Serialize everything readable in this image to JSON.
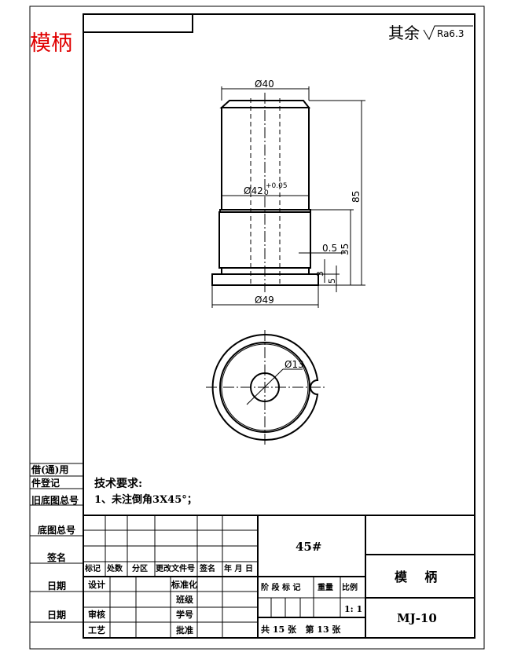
{
  "stamp_title": "模柄",
  "roughness": {
    "prefix": "其余",
    "value": "Ra6.3"
  },
  "dimensions": {
    "d40": "Ø40",
    "d42": "Ø42",
    "d42_tol_upper": "+0.05",
    "d42_tol_lower": "0",
    "d49": "Ø49",
    "h85": "85",
    "h35": "35",
    "d05": "0.5",
    "h3": "3",
    "h5": "5",
    "d13": "Ø13"
  },
  "tech_requirements": {
    "title": "技术要求:",
    "items": [
      "1、未注倒角3X45°；"
    ]
  },
  "side_column": {
    "labels": [
      "借(通)用",
      "件登记",
      "旧底图总号",
      "底图总号",
      "签名",
      "日期",
      "日期"
    ]
  },
  "title_block": {
    "revision_headers": [
      "标记",
      "处数",
      "分区",
      "更改文件号",
      "签名",
      "年 月 日"
    ],
    "roles": [
      "设计",
      "审核",
      "工艺"
    ],
    "roles_mid": [
      "标准化",
      "班级",
      "学号",
      "批准"
    ],
    "material": "45#",
    "stage_label": "阶 段 标 记",
    "weight_label": "重量",
    "scale_label": "比例",
    "scale": "1: 1",
    "sheets": "共 15 张   第 13 张",
    "part_name": "模    柄",
    "drawing_number": "MJ-10"
  }
}
